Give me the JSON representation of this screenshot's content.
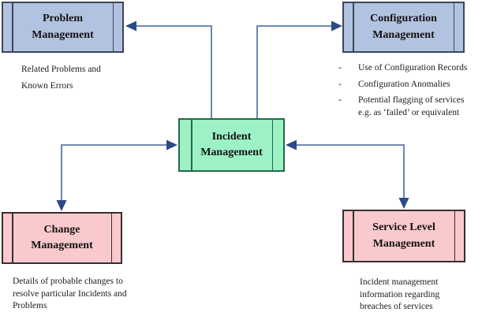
{
  "diagram": {
    "type": "flowchart",
    "nodes": {
      "problem": {
        "label": "Problem Management",
        "fill": "#b2c3e1"
      },
      "configuration": {
        "label": "Configuration Management",
        "fill": "#b2c3e1"
      },
      "incident": {
        "label": "Incident Management",
        "fill": "#9df2c5"
      },
      "change": {
        "label": "Change Management",
        "fill": "#f9c9cd"
      },
      "service_level": {
        "label": "Service Level Management",
        "fill": "#f9c9cd"
      }
    },
    "notes": {
      "problem": "Related Problems and Known Errors",
      "configuration": {
        "bullet": "-",
        "items": [
          "Use of Configuration Records",
          "Configuration Anomalies",
          "Potential flagging of services e.g. as ‘failed’ or equivalent"
        ]
      },
      "change": "Details of probable changes to resolve particular Incidents and Problems",
      "service_level": "Incident management information regarding breaches of services"
    },
    "connections": [
      {
        "from": "incident",
        "to": "problem",
        "arrowheads": "to"
      },
      {
        "from": "incident",
        "to": "configuration",
        "arrowheads": "to"
      },
      {
        "from": "change",
        "to": "incident",
        "arrowheads": "both"
      },
      {
        "from": "service_level",
        "to": "incident",
        "arrowheads": "both"
      }
    ],
    "colors": {
      "arrow_line": "#5b79a8",
      "arrow_head": "#2b4a85",
      "blue_node_fill": "#b2c3e1",
      "green_node_fill": "#9df2c5",
      "pink_node_fill": "#f9c9cd"
    }
  }
}
